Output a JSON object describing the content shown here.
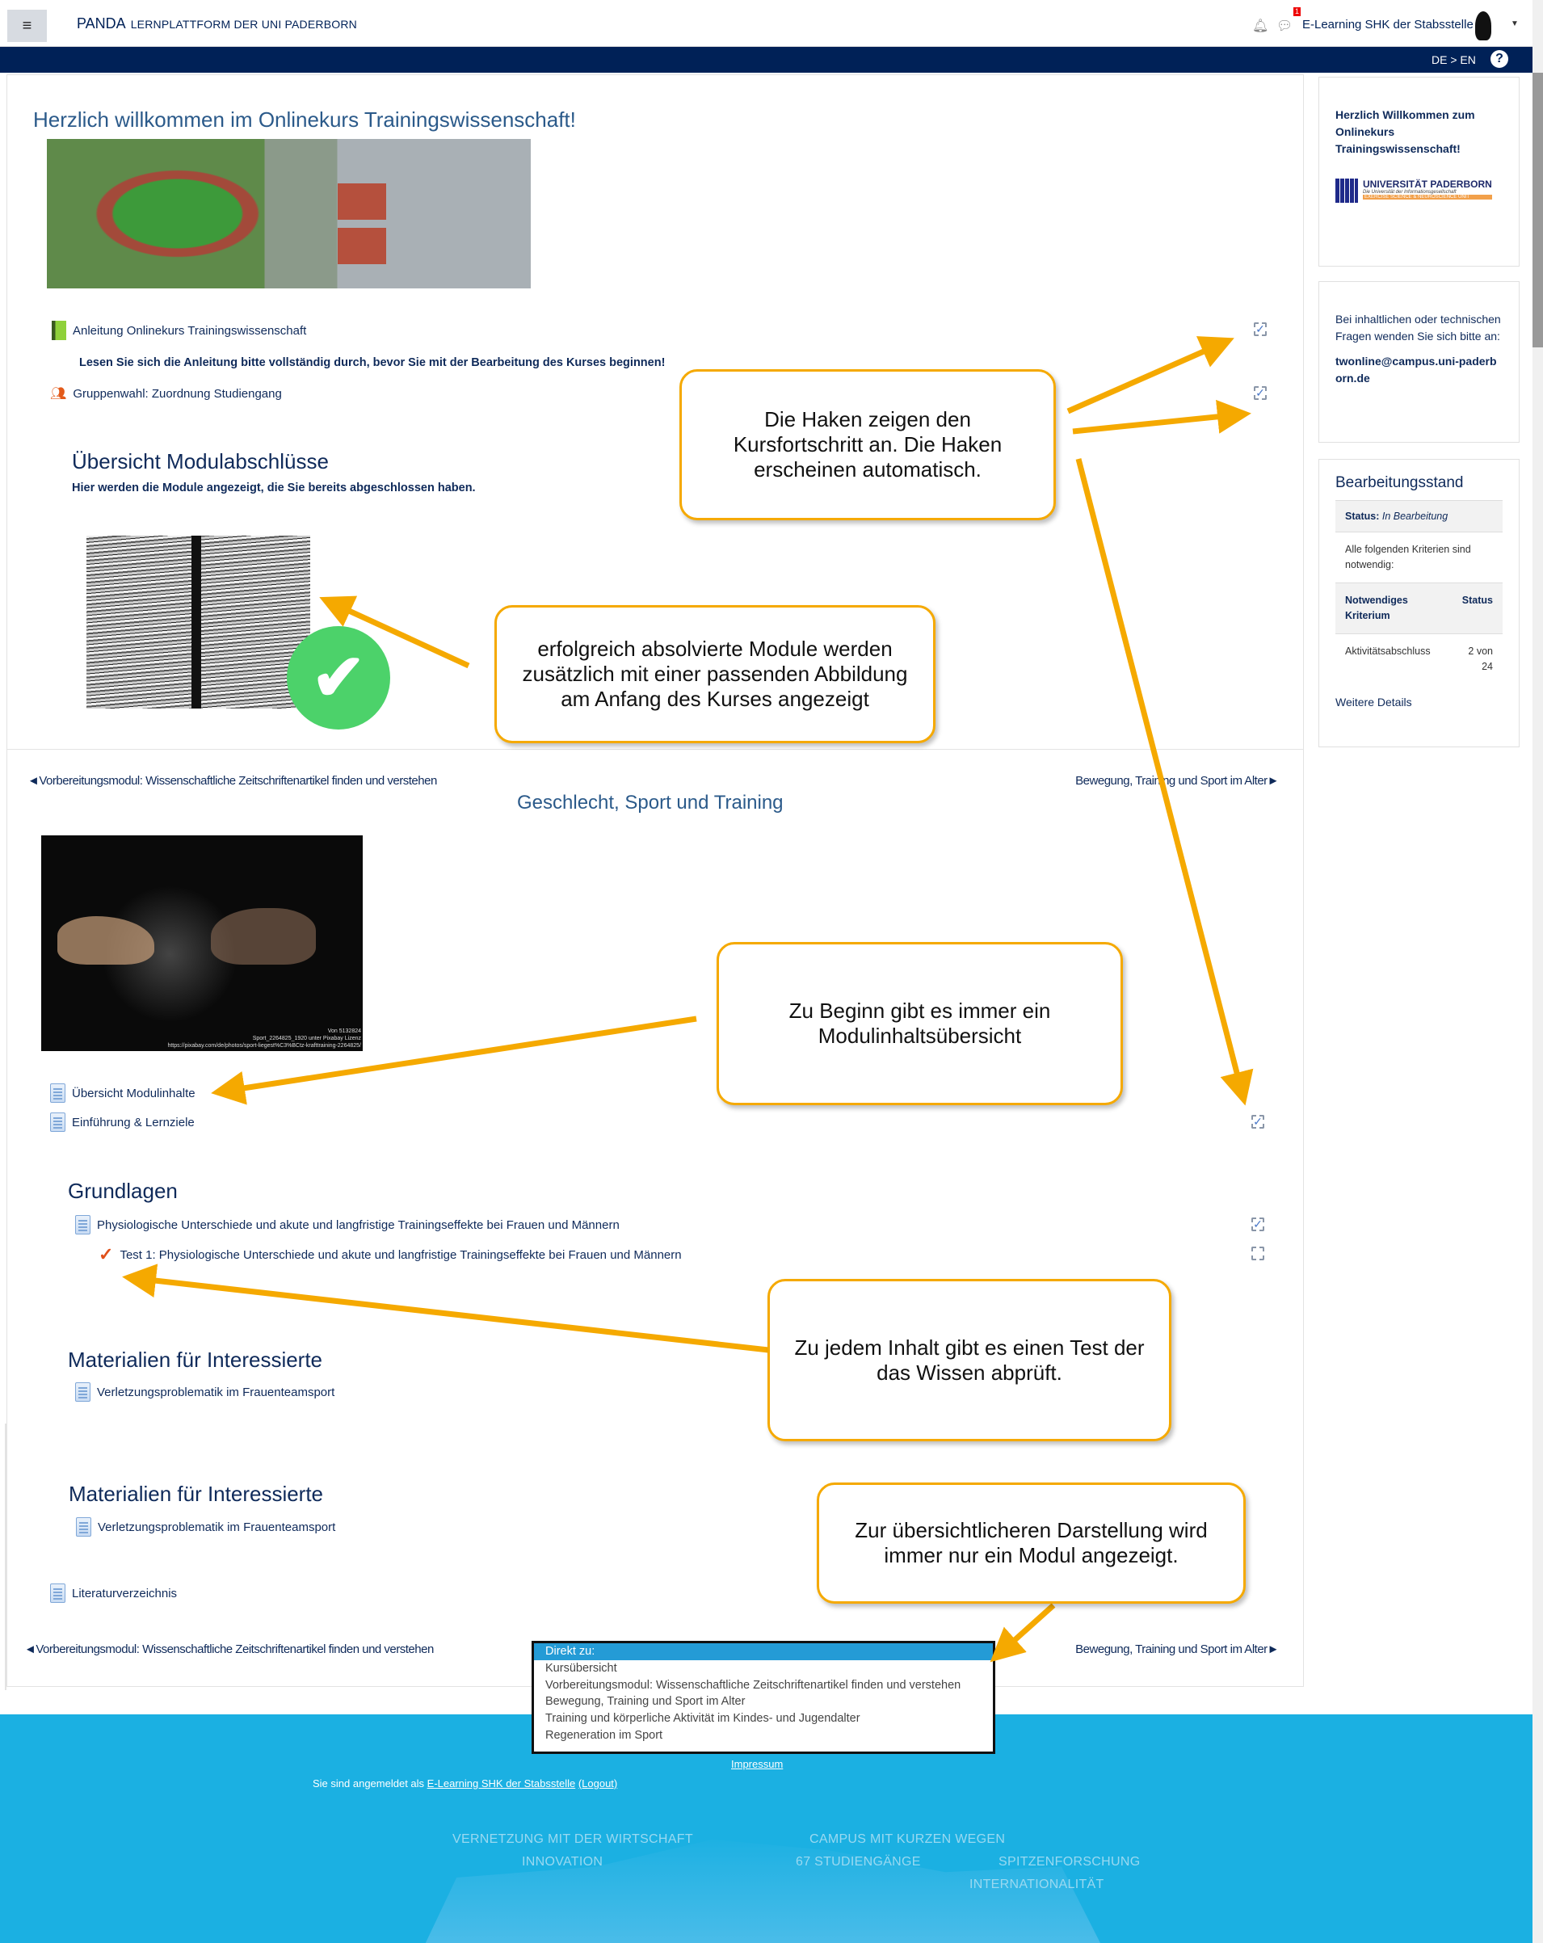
{
  "header": {
    "menu_icon": "hamburger-icon",
    "brand": "PANDA",
    "brand_sub": "LERNPLATTFORM DER UNI PADERBORN",
    "notification_badge": "1",
    "user_name": "E-Learning SHK der Stabsstelle",
    "language": "DE > EN",
    "help": "?"
  },
  "main": {
    "welcome_title": "Herzlich willkommen im Onlinekurs Trainingswissenschaft!",
    "activities_top": [
      {
        "label": "Anleitung Onlinekurs Trainingswissenschaft",
        "icon": "book-icon"
      },
      {
        "label": "Gruppenwahl: Zuordnung Studiengang",
        "icon": "group-icon"
      }
    ],
    "instruction": "Lesen Sie sich die Anleitung bitte vollständig durch, bevor Sie mit der Bearbeitung des Kurses beginnen!",
    "overview_title": "Übersicht Modulabschlüsse",
    "overview_sub": "Hier werden die Module angezeigt, die Sie bereits abgeschlossen haben.",
    "nav_prev": "◄Vorbereitungsmodul: Wissenschaftliche Zeitschriftenartikel finden und verstehen",
    "nav_next": "Bewegung, Training und Sport im Alter►",
    "section_title": "Geschlecht, Sport und Training",
    "photo_credit": [
      "Von 5132824",
      "Sport_2264825_1920 unter Pixabay Lizenz",
      "https://pixabay.com/de/photos/sport-liegest%C3%BCtz-krafttraining-2264825/"
    ],
    "intro_items": [
      "Übersicht Modulinhalte",
      "Einführung & Lernziele"
    ],
    "grundlagen_title": "Grundlagen",
    "grundlagen_items": [
      "Physiologische Unterschiede und akute und langfristige Trainingseffekte bei Frauen und Männern",
      "Test 1: Physiologische Unterschiede und akute und langfristige Trainingseffekte bei Frauen und Männern"
    ],
    "materialien_title": "Materialien für Interessierte",
    "materialien_item": "Verletzungsproblematik im Frauenteamsport",
    "literatur": "Literaturverzeichnis"
  },
  "callouts": [
    "Die Haken zeigen den Kursfortschritt an. Die Haken erscheinen automatisch.",
    "erfolgreich absolvierte Module werden zusätzlich mit einer passenden Abbildung am Anfang des Kurses angezeigt",
    "Zu Beginn gibt es immer ein Modulinhaltsübersicht",
    "Zu jedem Inhalt gibt es einen Test der das Wissen abprüft.",
    "Zur übersichtlicheren Darstellung wird immer nur ein Modul angezeigt."
  ],
  "sidebar": {
    "welcome": "Herzlich Willkommen zum Onlinekurs Trainingswissenschaft!",
    "logo_name": "UNIVERSITÄT PADERBORN",
    "logo_sub": "Die Universität der Informationsgesellschaft",
    "logo_unit": "EXERCISE SCIENCE & NEUROSCIENCE UNIT",
    "contact_text": "Bei inhaltlichen oder technischen Fragen wenden Sie sich bitte an:",
    "contact_email": "twonline@campus.uni-paderborn.de",
    "progress_title": "Bearbeitungsstand",
    "status_label": "Status:",
    "status_value": "In Bearbeitung",
    "criteria_note": "Alle folgenden Kriterien sind notwendig:",
    "col_criterion": "Notwendiges Kriterium",
    "col_status": "Status",
    "criterion": "Aktivitätsabschluss",
    "criterion_status": "2 von 24",
    "more": "Weitere Details"
  },
  "jump_menu": {
    "options": [
      "Direkt zu:",
      "Kursübersicht",
      "Vorbereitungsmodul: Wissenschaftliche Zeitschriftenartikel finden und verstehen",
      "Bewegung, Training und Sport im Alter",
      "Training und körperliche Aktivität im Kindes- und Jugendalter",
      "Regeneration im Sport"
    ],
    "selected": "Direkt zu:"
  },
  "footer": {
    "impressum": "Impressum",
    "logged_in_prefix": "Sie sind angemeldet als ",
    "user_link": "E-Learning SHK der Stabsstelle",
    "logout": "(Logout)",
    "slogans": [
      "VERNETZUNG MIT DER WIRTSCHAFT",
      "CAMPUS MIT KURZEN WEGEN",
      "INNOVATION",
      "67 STUDIENGÄNGE",
      "SPITZENFORSCHUNG",
      "INTERNATIONALITÄT"
    ]
  },
  "colors": {
    "navy": "#002157",
    "footer": "#1bb0e2",
    "callout_border": "#f5a900",
    "selected": "#249bd6"
  }
}
